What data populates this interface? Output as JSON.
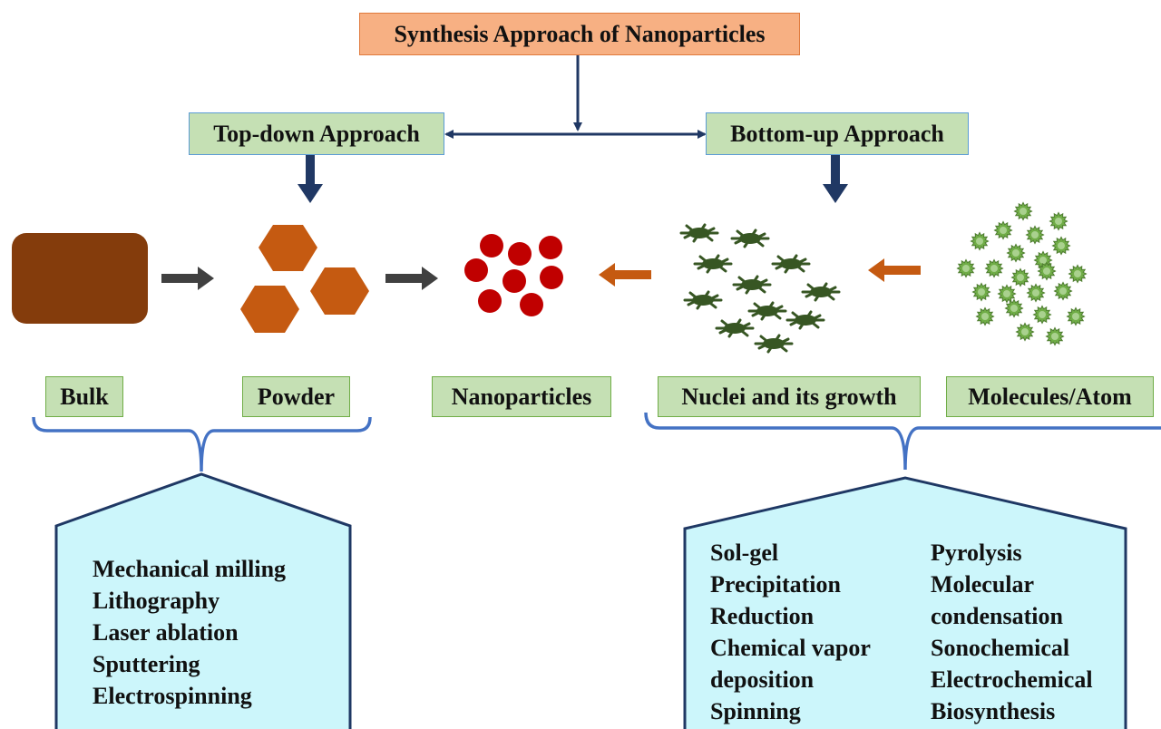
{
  "title": "Synthesis Approach of Nanoparticles",
  "approaches": {
    "top_down": "Top-down Approach",
    "bottom_up": "Bottom-up Approach"
  },
  "stages": {
    "bulk": "Bulk",
    "powder": "Powder",
    "nanoparticles": "Nanoparticles",
    "nuclei": "Nuclei and its growth",
    "molecules": "Molecules/Atom"
  },
  "top_down_methods": [
    "Mechanical milling",
    "Lithography",
    "Laser ablation",
    "Sputtering",
    "Electrospinning"
  ],
  "bottom_up_methods_left": [
    "Sol-gel",
    "Precipitation",
    "Reduction",
    "Chemical vapor",
    "deposition",
    "Spinning"
  ],
  "bottom_up_methods_right": [
    "Pyrolysis",
    "Molecular",
    "condensation",
    "Sonochemical",
    "Electrochemical",
    "Biosynthesis"
  ],
  "colors": {
    "title_fill": "#f7b083",
    "approach_fill": "#c5e0b4",
    "label_fill": "#c5e0b4",
    "connector": "#203864",
    "flow_arrow_dark": "#404040",
    "flow_arrow_orange": "#c55a11",
    "bulk": "#843c0c",
    "powder": "#c55a11",
    "nanoparticle": "#c00000",
    "nucleus": "#375623",
    "atom": "#70ad47",
    "brace": "#4472c4",
    "method_panel_fill": "#ccf6fb",
    "method_panel_border": "#1f3864"
  }
}
